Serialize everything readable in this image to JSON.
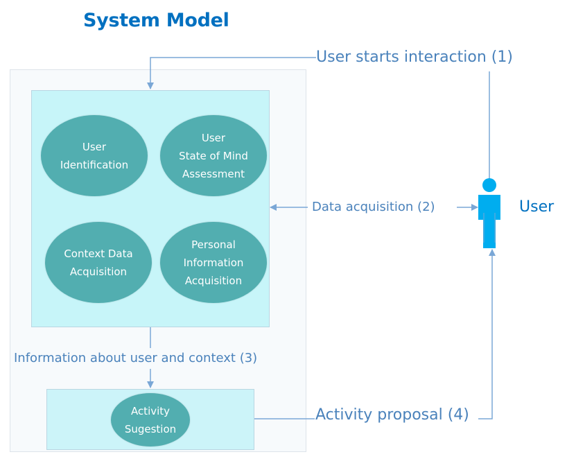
{
  "title": "System Model",
  "modules": [
    {
      "label": "User\nIdentification"
    },
    {
      "label": "User\nState of Mind\nAssessment"
    },
    {
      "label": "Context Data\nAcquisition"
    },
    {
      "label": "Personal\nInformation\nAcquisition"
    }
  ],
  "suggestion": {
    "label": "Activity\nSugestion"
  },
  "flows": {
    "step1": "User starts interaction (1)",
    "step2": "Data acquisition (2)",
    "step3": "Information about user and context (3)",
    "step4": "Activity proposal (4)"
  },
  "actor": {
    "label": "User"
  },
  "colors": {
    "title": "#0070c0",
    "ellipse": "#52aeb0",
    "panel": "#c7f5f9",
    "connector": "#7aa7d6",
    "actor": "#00adef",
    "label": "#4a82bb"
  }
}
